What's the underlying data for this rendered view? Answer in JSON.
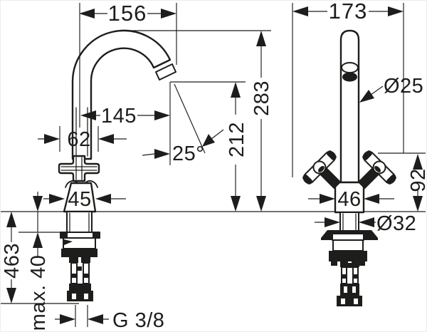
{
  "drawing": {
    "colors": {
      "line": "#1d1d1b",
      "background": "#ffffff"
    },
    "dimensions": {
      "spout_reach_overall": "156",
      "overall_width": "173",
      "outlet_reach": "145",
      "handle_width": "62",
      "body_base_width": "45",
      "spout_angle": "25°",
      "outlet_height": "212",
      "overall_height": "283",
      "handle_height": "92",
      "body_width": "46",
      "spout_diameter": "Ø25",
      "shank_diameter": "Ø32",
      "supply_length": "463",
      "max_mounting_thickness": "max. 40",
      "connection_thread": "G 3/8"
    }
  }
}
